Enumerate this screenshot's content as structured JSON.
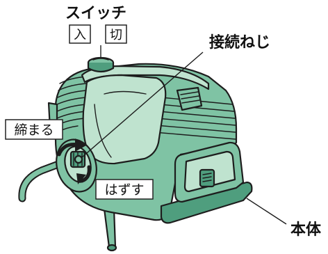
{
  "labels": {
    "switch": "スイッチ",
    "switch_on": "入",
    "switch_off": "切",
    "connection_screw": "接続ねじ",
    "tighten": "締まる",
    "remove": "はずす",
    "main_body": "本体"
  },
  "colors": {
    "body_green": "#7fc3a4",
    "body_green_light": "#bfe3cf",
    "body_green_dark": "#4f9e7e",
    "outline": "#1d1d1d",
    "arrow": "#1d1d1d",
    "background": "#ffffff"
  }
}
